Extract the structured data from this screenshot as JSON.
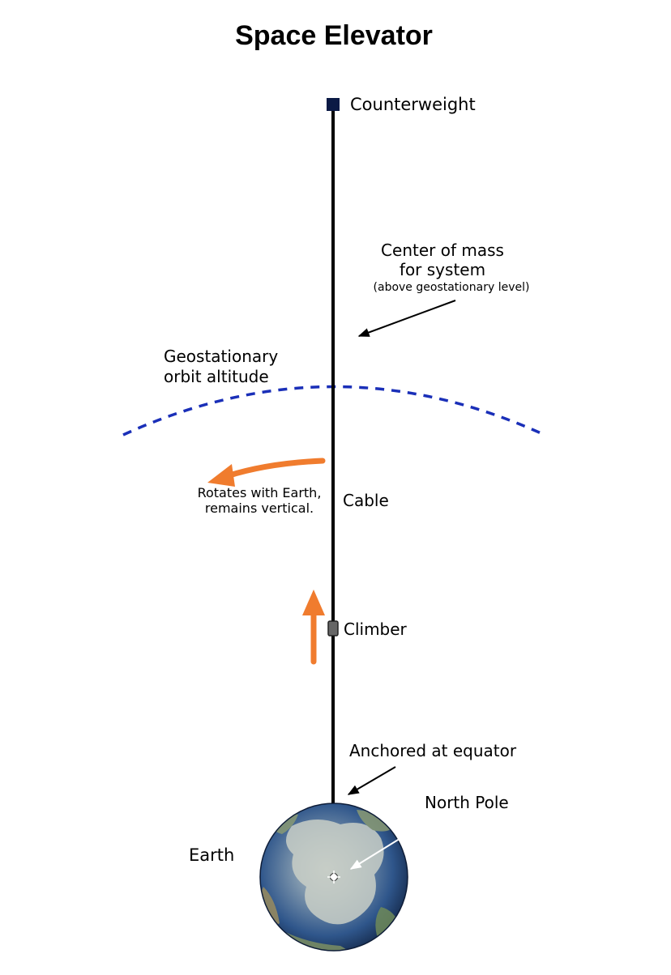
{
  "title": "Space Elevator",
  "labels": {
    "counterweight": "Counterweight",
    "center_of_mass_line1": "Center of mass",
    "center_of_mass_line2": "for system",
    "center_of_mass_note": "(above geostationary level)",
    "geo_line1": "Geostationary",
    "geo_line2": "orbit altitude",
    "rotates_line1": "Rotates with Earth,",
    "rotates_line2": "remains vertical.",
    "cable": "Cable",
    "climber": "Climber",
    "anchored": "Anchored at equator",
    "north_pole": "North Pole",
    "earth": "Earth"
  },
  "colors": {
    "cable": "#000000",
    "counterweight": "#0b1a45",
    "orbit_dash": "#1a2fb8",
    "motion_arrow": "#f07c2e",
    "earth_ocean": "#2b4f86",
    "earth_land": "#c9cfc7"
  }
}
